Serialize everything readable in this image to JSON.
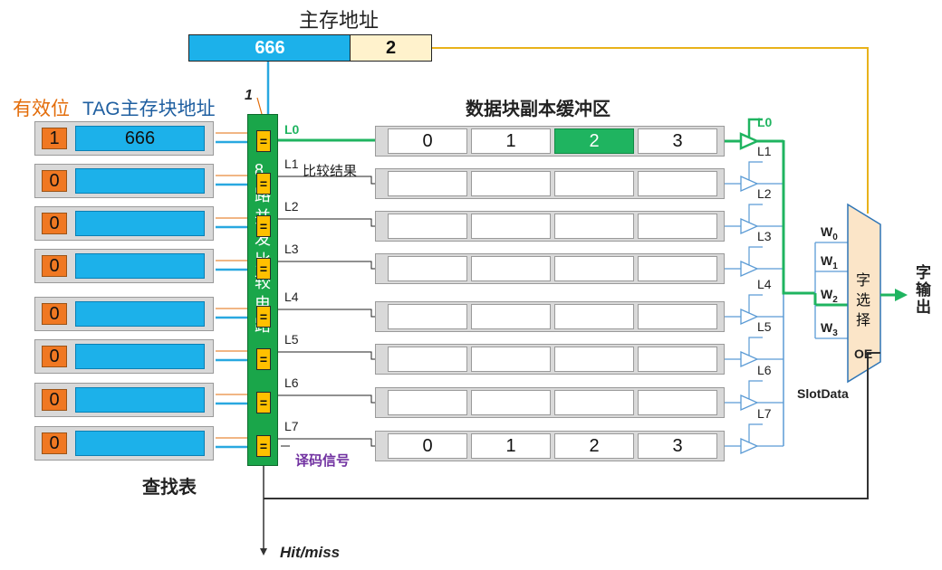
{
  "address": {
    "title": "主存地址",
    "block_addr": "666",
    "word_offset": "2",
    "block_color": "#1cb1ea",
    "offset_color": "#fff2cc"
  },
  "labels": {
    "valid_header": "有效位",
    "tag_header": "TAG主存块地址",
    "lookup_table": "查找表",
    "buffer_title": "数据块副本缓冲区",
    "compare_result": "比较结果",
    "decode_signal": "译码信号",
    "hit_miss": "Hit/miss",
    "slot_data": "SlotData",
    "word_output": "字输出",
    "bus_width": "1"
  },
  "comparator_text": [
    "8",
    "路",
    "并",
    "发",
    "比",
    "较",
    "电",
    "路"
  ],
  "lookup_rows": [
    {
      "valid": "1",
      "tag": "666"
    },
    {
      "valid": "0",
      "tag": ""
    },
    {
      "valid": "0",
      "tag": ""
    },
    {
      "valid": "0",
      "tag": ""
    },
    {
      "valid": "0",
      "tag": ""
    },
    {
      "valid": "0",
      "tag": ""
    },
    {
      "valid": "0",
      "tag": ""
    },
    {
      "valid": "0",
      "tag": ""
    }
  ],
  "comparator_eq": "=",
  "lines": [
    "L0",
    "L1",
    "L2",
    "L3",
    "L4",
    "L5",
    "L6",
    "L7"
  ],
  "buffer_rows": [
    {
      "cells": [
        "0",
        "1",
        "2",
        "3"
      ],
      "highlight": 2
    },
    {
      "cells": [
        "",
        "",
        "",
        ""
      ]
    },
    {
      "cells": [
        "",
        "",
        "",
        ""
      ]
    },
    {
      "cells": [
        "",
        "",
        "",
        ""
      ]
    },
    {
      "cells": [
        "",
        "",
        "",
        ""
      ]
    },
    {
      "cells": [
        "",
        "",
        "",
        ""
      ]
    },
    {
      "cells": [
        "",
        "",
        "",
        ""
      ]
    },
    {
      "cells": [
        "0",
        "1",
        "2",
        "3"
      ]
    }
  ],
  "mux": {
    "inputs": [
      {
        "base": "W",
        "sub": "0"
      },
      {
        "base": "W",
        "sub": "1"
      },
      {
        "base": "W",
        "sub": "2"
      },
      {
        "base": "W",
        "sub": "3"
      }
    ],
    "label_chars": [
      "字",
      "选",
      "择"
    ],
    "oe": "OE"
  },
  "colors": {
    "valid": "#f07822",
    "tag": "#1cb1ea",
    "comparator": "#1aa64a",
    "hit_path": "#1fb460",
    "tag_bus": "#29a8e0",
    "valid_wire": "#e36c09",
    "offset_wire": "#e8b21a",
    "buffer_gate": "#5b9bd5",
    "decode_label": "#7030a0",
    "valid_label": "#e36c09",
    "tag_label": "#1f5fa0"
  }
}
